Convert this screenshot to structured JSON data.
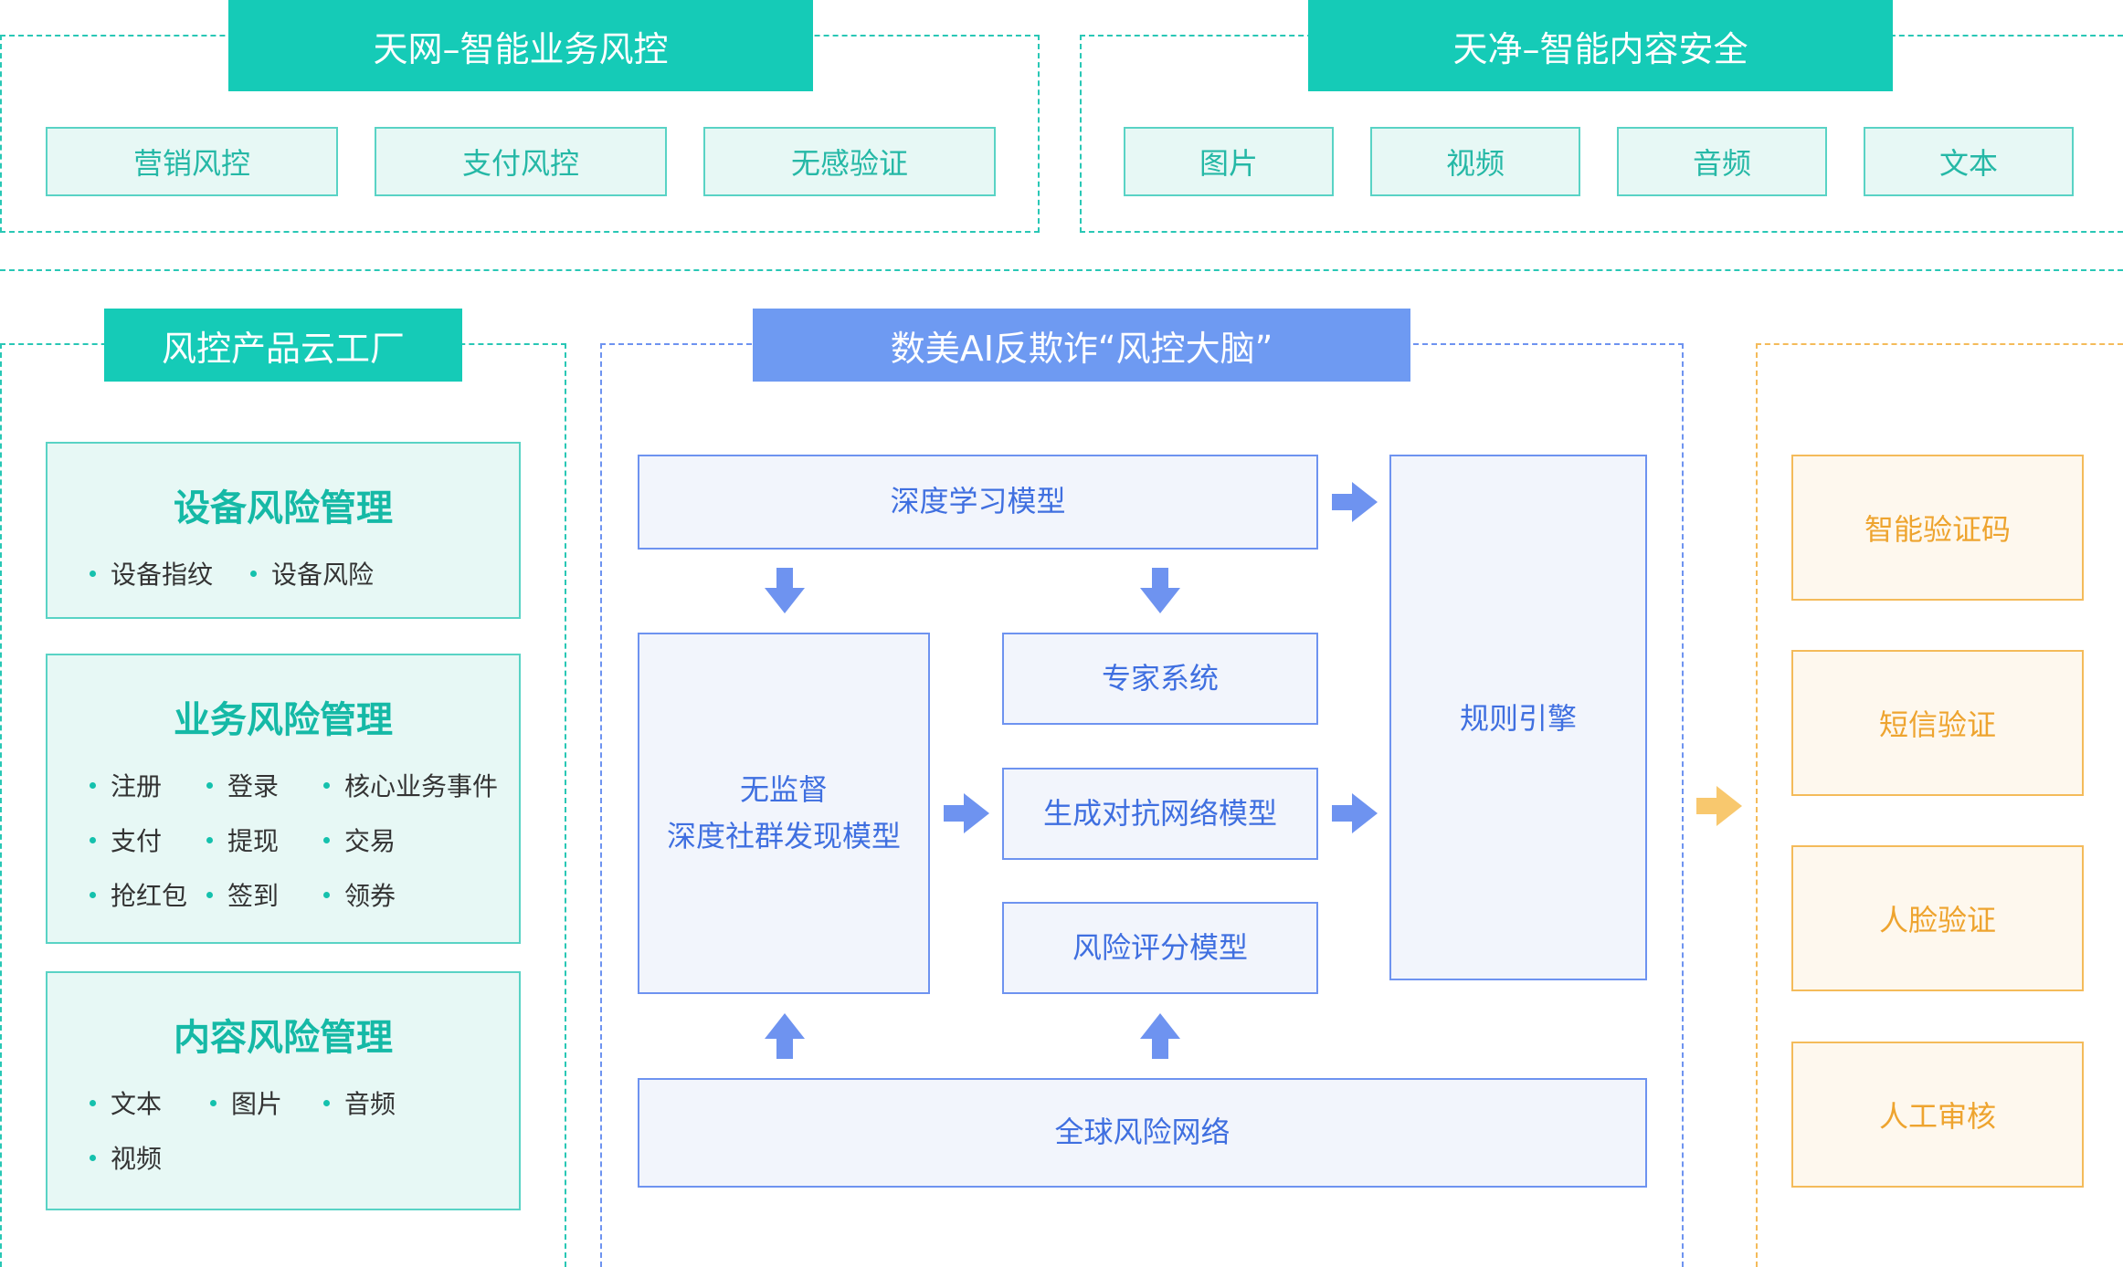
{
  "colors": {
    "teal": "#15cbb7",
    "teal_text": "#25b8a6",
    "teal_bg": "#e7f8f5",
    "blue": "#6e9af2",
    "blue_text": "#3f6fe0",
    "blue_bg": "#f2f5fc",
    "orange": "#f4bb5a",
    "orange_text": "#eea42f",
    "orange_bg": "#fef8ee"
  },
  "tianwang": {
    "title": "天网–智能业务风控",
    "items": [
      "营销风控",
      "支付风控",
      "无感验证"
    ]
  },
  "tianjing": {
    "title": "天净–智能内容安全",
    "items": [
      "图片",
      "视频",
      "音频",
      "文本"
    ]
  },
  "factory": {
    "title": "风控产品云工厂",
    "device": {
      "title": "设备风险管理",
      "items": [
        "设备指纹",
        "设备风险"
      ]
    },
    "business": {
      "title": "业务风险管理",
      "items": [
        "注册",
        "登录",
        "核心业务事件",
        "支付",
        "提现",
        "交易",
        "抢红包",
        "签到",
        "领券"
      ]
    },
    "content": {
      "title": "内容风险管理",
      "items": [
        "文本",
        "图片",
        "音频",
        "视频"
      ]
    }
  },
  "brain": {
    "title": "数美AI反欺诈“风控大脑”",
    "deep_learning": "深度学习模型",
    "unsupervised_line1": "无监督",
    "unsupervised_line2": "深度社群发现模型",
    "expert": "专家系统",
    "gan": "生成对抗网络模型",
    "risk_score": "风险评分模型",
    "rules": "规则引擎",
    "global_network": "全球风险网络"
  },
  "outputs": {
    "items": [
      "智能验证码",
      "短信验证",
      "人脸验证",
      "人工审核"
    ]
  }
}
